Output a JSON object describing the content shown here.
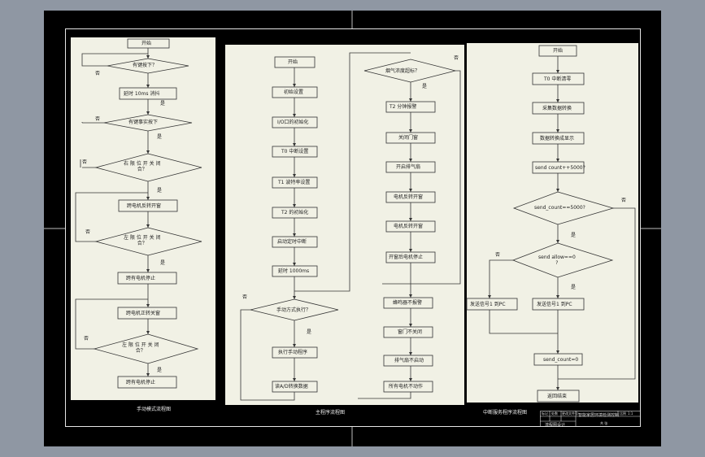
{
  "manual": {
    "start": "开始",
    "q1": "有键按下？",
    "no": "否",
    "yes": "是",
    "delay": "延时 10ms 消抖",
    "q2": "有键事实按下",
    "q3": "右 限 位 开 关 闭\n合？",
    "motor_fwd": "跨电机反转开窗",
    "q4": "左 限 位 开 关 闭\n合？",
    "motor_stop1": "跨有电机停止",
    "motor_rev": "跨电机正转关窗",
    "q5": "左 限 位 开 关 闭\n合？",
    "motor_stop2": "跨有电机停止",
    "caption": "手动模式流程图"
  },
  "main": {
    "start": "开始",
    "s1": "初始设置",
    "s2": "I/O口的初始化",
    "s3": "T0 中断设置",
    "s4": "T1 波特率设置",
    "s5": "T2 的初始化",
    "s6": "启动定时中断",
    "s7": "延时 1000ms",
    "q1": "手动方式执行？",
    "s8": "执行手动程序",
    "s9": "读A/D转换数据",
    "q2": "烟气浓度超标？",
    "s10": "T2  分钟报警",
    "s11": "关闭门窗",
    "s12": "开启排气扇",
    "s13": "电机反转开窗",
    "s14": "电机反转开窗",
    "s15": "开窗后电机停止",
    "s16": "蜂鸣器不报警",
    "s17": "窗门不关闭",
    "s18": "排气扇不启动",
    "s19": "所有电机不动作",
    "no": "否",
    "yes": "是",
    "caption": "主程序流程图"
  },
  "irq": {
    "start": "开始",
    "s1": "T0 中断清零",
    "s2": "采集数据转换",
    "s3": "数据转换成显示",
    "s4": "send count++5000?",
    "q1": "send_count==5000?",
    "q2": "send allow==0\n?",
    "s5": "发送信号1 到PC",
    "s6": "发送信号1 到PC",
    "s7": "send_count=0",
    "end": "返回结束",
    "no": "否",
    "yes": "是",
    "caption": "中断服务程序流程图"
  },
  "title_block": {
    "c1": "标记",
    "c2": "处数",
    "c3": "更改文件号",
    "title": "智能家居环境检测控制",
    "c4": "比例",
    "c5": "1:1",
    "drawing": "流程图设计",
    "c6": "共 张"
  }
}
